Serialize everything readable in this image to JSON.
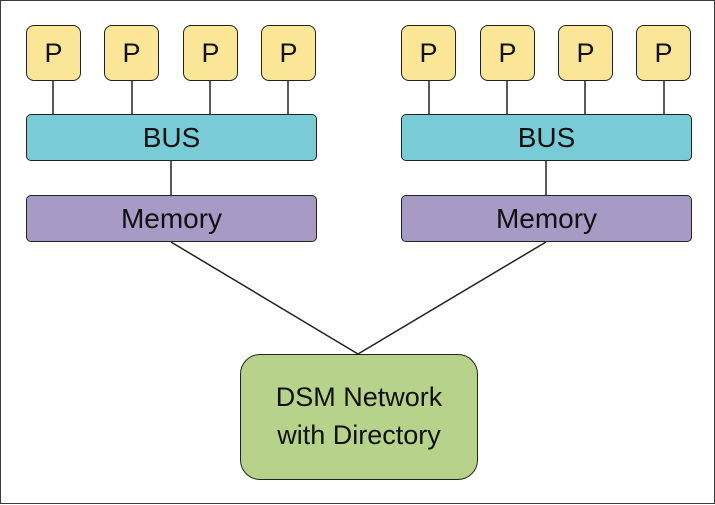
{
  "colors": {
    "processor": "#fbe596",
    "bus": "#79cbd6",
    "memory": "#a79ac4",
    "network": "#b6d28b",
    "stroke": "#222222"
  },
  "clusters": [
    {
      "processors": [
        "P",
        "P",
        "P",
        "P"
      ],
      "bus_label": "BUS",
      "memory_label": "Memory"
    },
    {
      "processors": [
        "P",
        "P",
        "P",
        "P"
      ],
      "bus_label": "BUS",
      "memory_label": "Memory"
    }
  ],
  "network": {
    "label": "DSM Network\nwith Directory"
  }
}
